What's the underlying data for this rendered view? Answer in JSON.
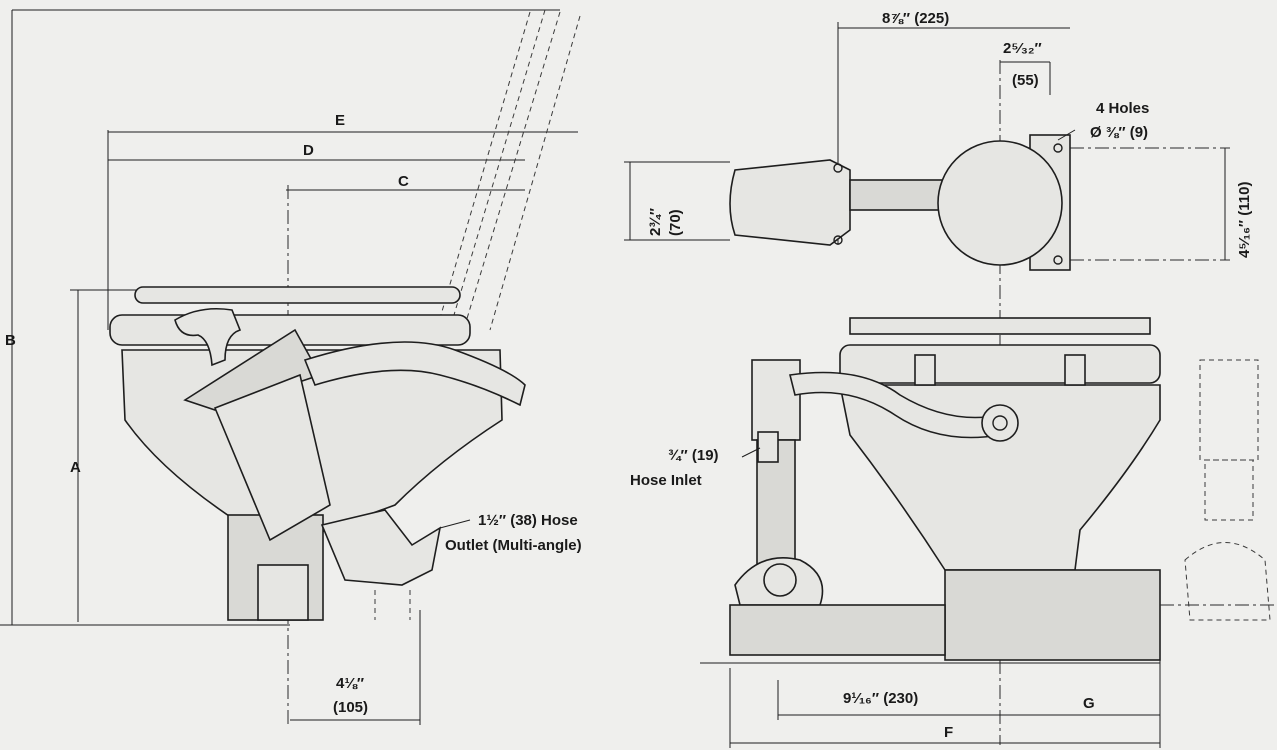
{
  "labels": {
    "dim_b": "B",
    "dim_e": "E",
    "dim_d": "D",
    "dim_c": "C",
    "dim_a": "A",
    "outlet_line1": "1½″ (38) Hose",
    "outlet_line2": "Outlet (Multi-angle)",
    "dim_105_in": "4⅛″",
    "dim_105_mm": "(105)",
    "dim_225": "8⅞″ (225)",
    "dim_55_in": "2⁵⁄₃₂″",
    "dim_55_mm": "(55)",
    "holes_line1": "4 Holes",
    "holes_line2": "Ø ⅜″ (9)",
    "dim_70_in": "2¾″",
    "dim_70_mm": "(70)",
    "dim_110": "4⁵⁄₁₆″ (110)",
    "inlet_line1": "¾″ (19)",
    "inlet_line2": "Hose Inlet",
    "dim_230": "9¹⁄₁₆″ (230)",
    "dim_g": "G",
    "dim_f": "F"
  }
}
